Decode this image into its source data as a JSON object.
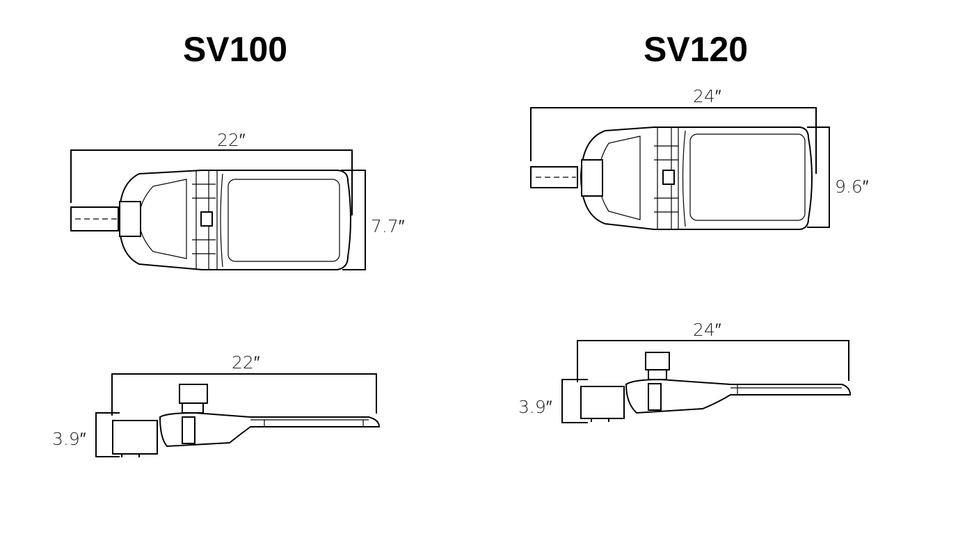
{
  "models": [
    {
      "title": "SV100",
      "top_view": {
        "length_label": "22″",
        "width_label": "7.7″"
      },
      "side_view": {
        "length_label": "22″",
        "height_label": "3.9″"
      }
    },
    {
      "title": "SV120",
      "top_view": {
        "length_label": "24″",
        "width_label": "9.6″"
      },
      "side_view": {
        "length_label": "24″",
        "height_label": "3.9″"
      }
    }
  ]
}
